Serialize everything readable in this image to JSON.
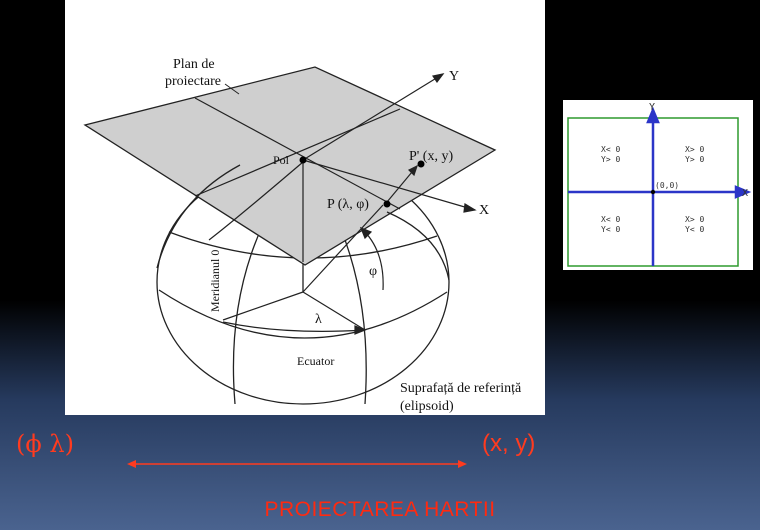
{
  "projection": {
    "plane_label_line1": "Plan de",
    "plane_label_line2": "proiectare",
    "y_axis": "Y",
    "x_axis": "X",
    "pole": "Pol",
    "projected_point": "P' (x, y)",
    "point": "P (λ, φ)",
    "phi": "φ",
    "lambda": "λ",
    "meridian": "Meridianul 0",
    "equator": "Ecuator",
    "surface_line1": "Suprafață de referință",
    "surface_line2": "(elipsoid)"
  },
  "quadrants": {
    "y_axis": "Y",
    "x_axis": "X",
    "origin": "(0,0)",
    "top_left_x": "X< 0",
    "top_left_y": "Y> 0",
    "top_right_x": "X> 0",
    "top_right_y": "Y> 0",
    "bottom_left_x": "X< 0",
    "bottom_left_y": "Y< 0",
    "bottom_right_x": "X> 0",
    "bottom_right_y": "Y< 0"
  },
  "mapping": {
    "left": "(ϕ λ)",
    "right": "(x, y)"
  },
  "title": "PROIECTAREA HARTII",
  "colors": {
    "accent": "#ff3b1f",
    "quadrant_border": "#2e9a2e",
    "quadrant_axes": "#2b35c8",
    "plane_fill": "#cfcfcf"
  }
}
